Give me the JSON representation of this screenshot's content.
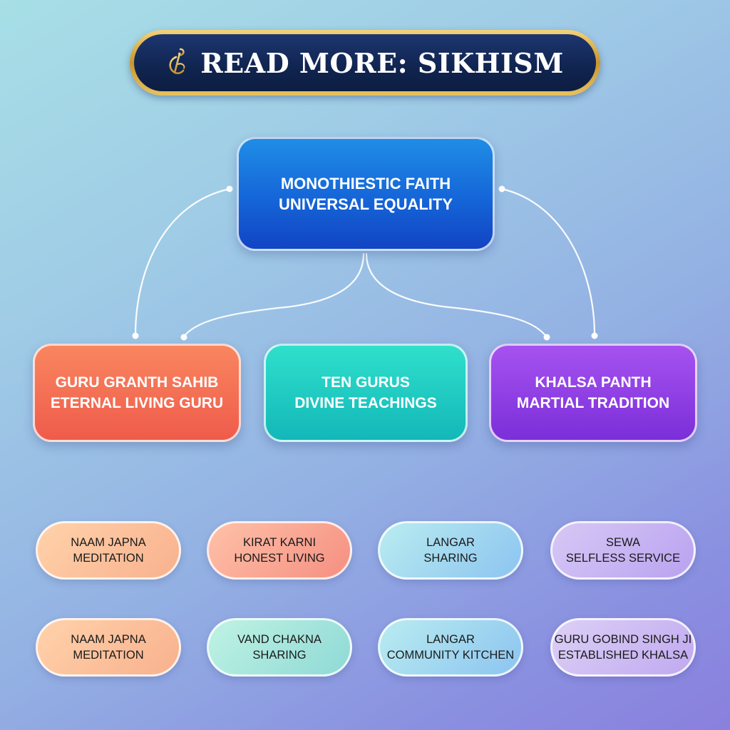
{
  "banner": {
    "title": "READ MORE: SIKHISM",
    "icon": "khanda-emblem-icon"
  },
  "root": {
    "line1": "MONOTHIESTIC FAITH",
    "line2": "UNIVERSAL EQUALITY"
  },
  "children": [
    {
      "line1": "GURU GRANTH SAHIB",
      "line2": "ETERNAL LIVING GURU"
    },
    {
      "line1": "TEN GURUS",
      "line2": "DIVINE TEACHINGS"
    },
    {
      "line1": "KHALSA PANTH",
      "line2": "MARTIAL TRADITION"
    }
  ],
  "pills_row1": [
    {
      "line1": "NAAM JAPNA",
      "line2": "MEDITATION"
    },
    {
      "line1": "KIRAT KARNI",
      "line2": "HONEST LIVING"
    },
    {
      "line1": "LANGAR",
      "line2": "SHARING"
    },
    {
      "line1": "SEWA",
      "line2": "SELFLESS SERVICE"
    }
  ],
  "pills_row2": [
    {
      "line1": "NAAM JAPNA",
      "line2": "MEDITATION"
    },
    {
      "line1": "VAND CHAKNA",
      "line2": "SHARING"
    },
    {
      "line1": "LANGAR",
      "line2": "COMMUNITY KITCHEN"
    },
    {
      "line1": "GURU GOBIND SINGH JI",
      "line2": "ESTABLISHED KHALSA"
    }
  ],
  "colors": {
    "banner_navy": "#10244f",
    "banner_gold": "#d4a744",
    "root_blue": "#1565d8",
    "child_coral": "#ef5b4b",
    "child_teal": "#13b7b8",
    "child_purple": "#7b2fd8",
    "connector": "#ffffff"
  }
}
